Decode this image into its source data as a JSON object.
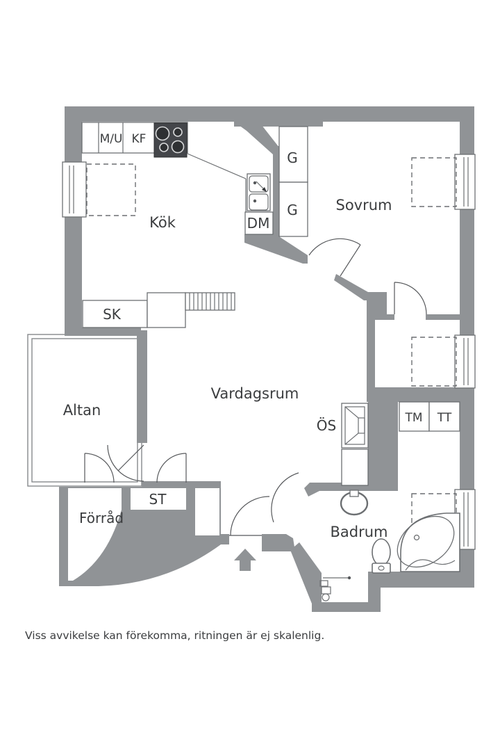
{
  "colors": {
    "wall": "#909396",
    "line": "#55575a",
    "fline": "#6c6f72",
    "rail": "#85888b",
    "stove": "#44464a",
    "text": "#3b3d3f"
  },
  "plan": {
    "rooms": {
      "kitchen": "Kök",
      "bedroom": "Sovrum",
      "living": "Vardagsrum",
      "terrace": "Altan",
      "bathroom": "Badrum",
      "storage": "Förråd"
    },
    "fixtures": {
      "mu": "M/U",
      "kf": "KF",
      "dm": "DM",
      "sk": "SK",
      "st": "ST",
      "wardrobe_a": "G",
      "wardrobe_b": "G",
      "fireplace": "ÖS",
      "washer": "TM",
      "dryer": "TT"
    },
    "disclaimer": "Viss avvikelse kan förekomma, ritningen är ej skalenlig."
  }
}
